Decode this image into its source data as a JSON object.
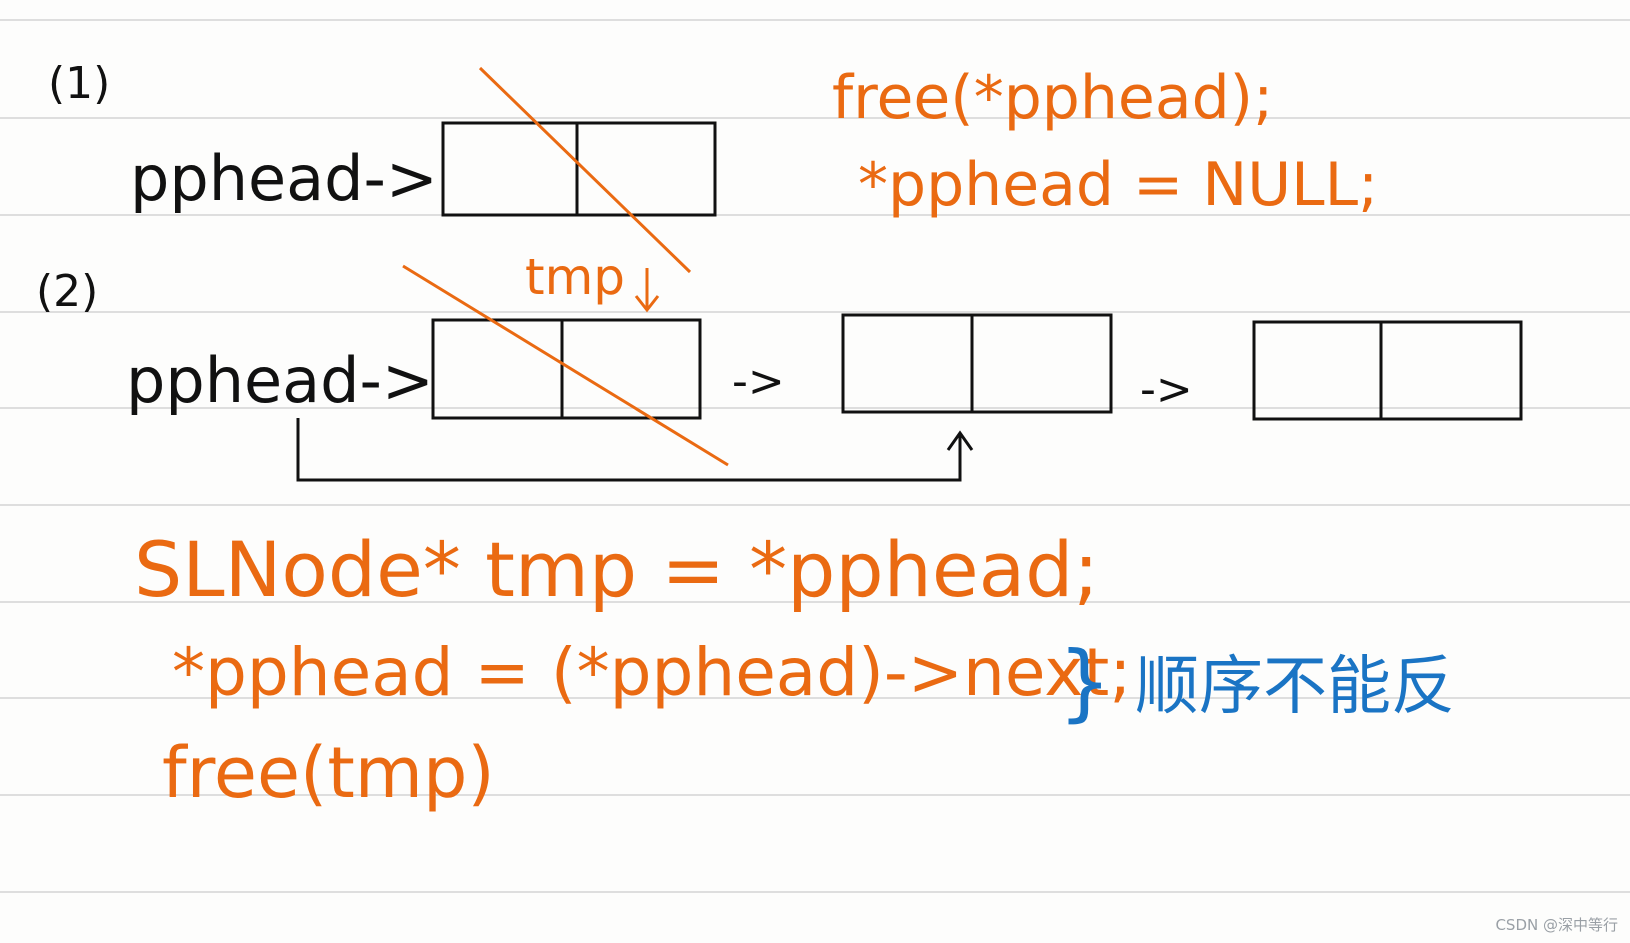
{
  "section1": {
    "label": "(1)",
    "pointer": "pphead->",
    "code": [
      "free(*pphead);",
      "*pphead = NULL;"
    ]
  },
  "section2": {
    "label": "(2)",
    "pointer": "pphead->",
    "tmp_label": "tmp",
    "arrows": [
      "->",
      "->"
    ],
    "code": [
      "SLNode* tmp = *pphead;",
      "*pphead = (*pphead)->next;",
      "free(tmp)"
    ],
    "note": "顺序不能反"
  },
  "watermark": "CSDN @深中等行",
  "colors": {
    "ink": "#111111",
    "orange": "#ea6a12",
    "blue": "#1a74c4",
    "rule": "#d3d3d3"
  }
}
